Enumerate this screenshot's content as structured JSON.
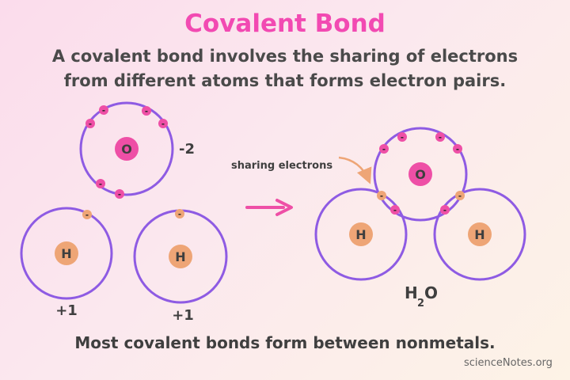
{
  "header": {
    "title": "Covalent Bond",
    "subtitle": "A covalent bond involves the sharing of electrons from different atoms that forms electron pairs."
  },
  "left_atoms": {
    "oxygen_symbol": "O",
    "oxygen_charge": "-2",
    "hydrogen_symbol": "H",
    "hydrogen_charge": "+1"
  },
  "arrow_label": "sharing electrons",
  "molecule": {
    "oxygen_symbol": "O",
    "hydrogen_symbol": "H",
    "formula_main": "H",
    "formula_sub": "2",
    "formula_end": "O"
  },
  "electron_symbol": "-",
  "footer": "Most covalent bonds form between nonmetals.",
  "credit": "scienceNotes.org",
  "colors": {
    "orbit": "#8e5be3",
    "oxygen_nucleus": "#ee4fa6",
    "hydrogen_nucleus": "#eea576",
    "oxygen_electron": "#ee4fa6",
    "hydrogen_electron": "#eea576",
    "title": "#f24ab2",
    "arrow": "#ee4fa6"
  }
}
